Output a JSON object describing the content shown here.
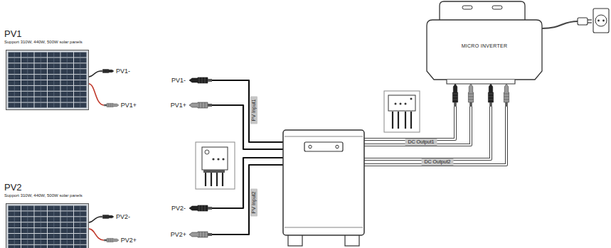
{
  "diagram": {
    "nodes": [
      {
        "text": [
          "PV1",
          "Support 310W, 440W, 500W solar panels"
        ]
      },
      {
        "text": [
          "PV2",
          "Support 310W, 440W, 500W solar panels"
        ]
      },
      {
        "text": [
          "MICRO INVERTER"
        ]
      }
    ],
    "labels": [
      "PV1-",
      "PV1+",
      "PV1-",
      "PV1+",
      "PV Input1",
      "DC Output1",
      "DC Output2",
      "PV2-",
      "PV2+",
      "PV Input2",
      "PV2-",
      "PV2+"
    ]
  }
}
